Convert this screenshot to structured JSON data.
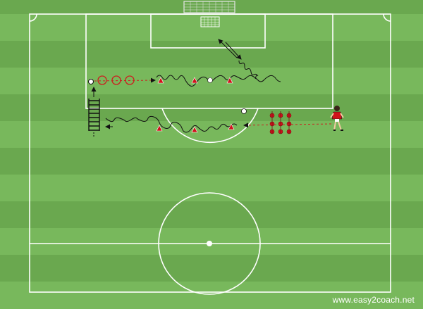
{
  "diagram": {
    "kind": "soccer-drill",
    "colors": {
      "grass_dark": "#6aa84f",
      "grass_light": "#78b85c",
      "lines": "#ffffff",
      "cone": "#d0121b",
      "ring": "#cc1f1f",
      "arrow": "#111111",
      "player_shirt": "#d0121b"
    },
    "elements": {
      "goal": "goal",
      "ball": "ball",
      "cone": "cone",
      "ring": "ring",
      "pole": "pole",
      "ladder": "agility-ladder",
      "player": "player"
    }
  },
  "watermark": "www.easy2coach.net"
}
